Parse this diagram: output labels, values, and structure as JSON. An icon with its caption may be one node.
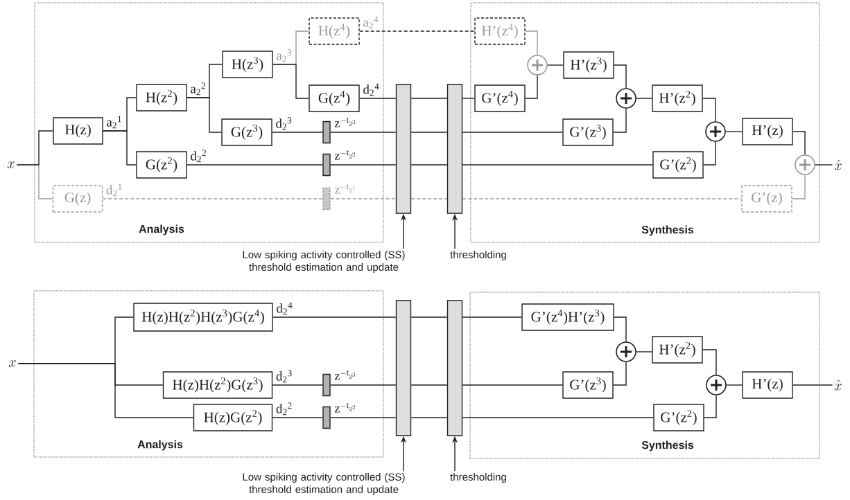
{
  "diagram": {
    "nodes": [
      {
        "text": [
          "Analysis"
        ]
      },
      {
        "text": [
          "x"
        ]
      },
      {
        "text": [
          "H(z)"
        ],
        "in": 0
      },
      {
        "text": [
          "G(z)"
        ],
        "in": 0
      },
      {
        "text": [
          "H(z$^{2}$)"
        ],
        "in": 0
      },
      {
        "text": [
          "G(z$^{2}$)"
        ],
        "in": 0
      },
      {
        "text": [
          "H(z$^{3}$)"
        ],
        "in": 0
      },
      {
        "text": [
          "G(z$^{3}$)"
        ],
        "in": 0
      },
      {
        "text": [
          "H(z$^{4}$)"
        ],
        "in": 0
      },
      {
        "text": [
          "G(z$^{4}$)"
        ],
        "in": 0
      },
      {
        "text": [],
        "shape": "bar",
        "beside": [
          "\\mathrm{z}^{-\\mathrm{t}_{2^{3}}}"
        ],
        "in": 0
      },
      {
        "text": [],
        "shape": "bar",
        "beside": [
          "\\mathrm{z}^{-\\mathrm{t}_{2^{2}}}"
        ],
        "in": 0
      },
      {
        "text": [],
        "shape": "bar",
        "beside": [
          "\\mathrm{z}^{-\\mathrm{t}_{2^{1}}}"
        ],
        "in": 0
      },
      {
        "text": [],
        "shape": "bar"
      },
      {
        "text": [],
        "shape": "bar"
      },
      {
        "text": [
          "Low spiking activity controlled (SS) threshold estimation and update"
        ]
      },
      {
        "text": [
          "thresholding"
        ]
      },
      {
        "text": [
          "Synthesis"
        ]
      },
      {
        "text": [
          "H’(z$^{4}$)"
        ],
        "in": 17
      },
      {
        "text": [
          "G’(z$^{4}$)"
        ],
        "in": 17
      },
      {
        "text": [],
        "shape": "circle",
        "in": 17
      },
      {
        "text": [
          "H’(z$^{3}$)"
        ],
        "in": 17
      },
      {
        "text": [],
        "shape": "circle",
        "in": 17
      },
      {
        "text": [
          "G’(z$^{3}$)"
        ],
        "in": 17
      },
      {
        "text": [
          "H’(z$^{2}$)"
        ],
        "in": 17
      },
      {
        "text": [],
        "shape": "circle",
        "in": 17
      },
      {
        "text": [
          "G’(z$^{2}$)"
        ],
        "in": 17
      },
      {
        "text": [
          "H’(z)"
        ],
        "in": 17
      },
      {
        "text": [],
        "shape": "circle",
        "in": 17
      },
      {
        "text": [
          "G’(z)"
        ],
        "in": 17
      },
      {
        "text": [
          "\\hat{x}"
        ]
      },
      {
        "text": [
          "Analysis"
        ]
      },
      {
        "text": [
          "x"
        ]
      },
      {
        "text": [
          "H(z)H(z$^{2}$)H(z$^{3}$)G(z$^{4}$)"
        ],
        "in": 31
      },
      {
        "text": [
          "H(z)H(z$^{2}$)G(z$^{3}$)"
        ],
        "in": 31
      },
      {
        "text": [
          "H(z)G(z$^{2}$)"
        ],
        "in": 31
      },
      {
        "text": [],
        "shape": "bar",
        "beside": [
          "\\mathrm{z}^{-\\mathrm{t}_{2^{3}}}"
        ],
        "in": 31
      },
      {
        "text": [],
        "shape": "bar",
        "beside": [
          "\\mathrm{z}^{-\\mathrm{t}_{2^{2}}}"
        ],
        "in": 31
      },
      {
        "text": [],
        "shape": "bar"
      },
      {
        "text": [],
        "shape": "bar"
      },
      {
        "text": [
          "Low spiking activity controlled (SS) threshold estimation and update"
        ]
      },
      {
        "text": [
          "thresholding"
        ]
      },
      {
        "text": [
          "Synthesis"
        ]
      },
      {
        "text": [
          "G’(z$^{4}$)H’(z$^{3}$)"
        ],
        "in": 42
      },
      {
        "text": [],
        "shape": "circle",
        "in": 42
      },
      {
        "text": [
          "H’(z$^{2}$)"
        ],
        "in": 42
      },
      {
        "text": [
          "G’(z$^{3}$)"
        ],
        "in": 42
      },
      {
        "text": [],
        "shape": "circle",
        "in": 42
      },
      {
        "text": [
          "H’(z)"
        ],
        "in": 42
      },
      {
        "text": [
          "G’(z$^{2}$)"
        ],
        "in": 42
      },
      {
        "text": [
          "\\hat{x}"
        ]
      }
    ],
    "edges": [
      {
        "from": 1,
        "to": 3,
        "arrow": "none",
        "color": "#999999"
      },
      {
        "from": 1,
        "to": 2,
        "arrow": "none"
      },
      {
        "from": 2,
        "to": 4,
        "arrow": "none",
        "label": "a$_{2}$$^{1}$"
      },
      {
        "from": 2,
        "to": 5,
        "arrow": "none"
      },
      {
        "from": 4,
        "to": 6,
        "arrow": "none",
        "label": "a$_{2}$$^{2}$"
      },
      {
        "from": 4,
        "to": 7,
        "arrow": "none"
      },
      {
        "from": 6,
        "to": 8,
        "arrow": "none",
        "color": "#999999",
        "label": "a$_{2}$$^{3}$"
      },
      {
        "from": 6,
        "to": 9,
        "arrow": "none"
      },
      {
        "from": 8,
        "to": 18,
        "arrow": "none",
        "style": "dashed",
        "label": "a$_{2}$$^{4}$"
      },
      {
        "from": 9,
        "to": 13,
        "arrow": "none",
        "label": "d$_{2}$$^{4}$"
      },
      {
        "from": 13,
        "to": 14,
        "arrow": "none"
      },
      {
        "from": 14,
        "to": 19,
        "arrow": "none"
      },
      {
        "from": 7,
        "to": 10,
        "arrow": "none",
        "label": "d$_{2}$$^{3}$"
      },
      {
        "from": 10,
        "to": 13,
        "arrow": "none"
      },
      {
        "from": 13,
        "to": 14,
        "arrow": "none"
      },
      {
        "from": 14,
        "to": 23,
        "arrow": "none"
      },
      {
        "from": 5,
        "to": 11,
        "arrow": "none",
        "label": "d$_{2}$$^{2}$"
      },
      {
        "from": 11,
        "to": 13,
        "arrow": "none"
      },
      {
        "from": 13,
        "to": 14,
        "arrow": "none"
      },
      {
        "from": 14,
        "to": 26,
        "arrow": "none"
      },
      {
        "from": 3,
        "to": 12,
        "arrow": "none",
        "style": "dashed",
        "color": "#999999",
        "label": "d$_{2}$$^{1}$"
      },
      {
        "from": 12,
        "to": 13,
        "arrow": "none",
        "style": "dashed",
        "color": "#999999"
      },
      {
        "from": 13,
        "to": 14,
        "arrow": "none",
        "style": "dashed",
        "color": "#999999"
      },
      {
        "from": 14,
        "to": 29,
        "arrow": "none",
        "style": "dashed",
        "color": "#999999"
      },
      {
        "from": 15,
        "to": 13,
        "arrow": "to"
      },
      {
        "from": 16,
        "to": 14,
        "arrow": "to"
      },
      {
        "from": 18,
        "to": 20,
        "arrow": "none",
        "color": "#999999"
      },
      {
        "from": 19,
        "to": 20,
        "arrow": "none"
      },
      {
        "from": 20,
        "to": 21,
        "arrow": "none"
      },
      {
        "from": 21,
        "to": 22,
        "arrow": "none"
      },
      {
        "from": 23,
        "to": 22,
        "arrow": "none"
      },
      {
        "from": 22,
        "to": 24,
        "arrow": "none"
      },
      {
        "from": 24,
        "to": 25,
        "arrow": "none"
      },
      {
        "from": 26,
        "to": 25,
        "arrow": "none"
      },
      {
        "from": 25,
        "to": 27,
        "arrow": "none"
      },
      {
        "from": 27,
        "to": 28,
        "arrow": "none"
      },
      {
        "from": 29,
        "to": 28,
        "arrow": "none",
        "color": "#999999"
      },
      {
        "from": 28,
        "to": 30,
        "arrow": "none"
      },
      {
        "from": 32,
        "to": 33,
        "arrow": "none"
      },
      {
        "from": 32,
        "to": 34,
        "arrow": "none"
      },
      {
        "from": 32,
        "to": 35,
        "arrow": "none"
      },
      {
        "from": 33,
        "to": 38,
        "arrow": "none",
        "label": "d$_{2}$$^{4}$"
      },
      {
        "from": 38,
        "to": 39,
        "arrow": "none"
      },
      {
        "from": 39,
        "to": 43,
        "arrow": "none"
      },
      {
        "from": 34,
        "to": 36,
        "arrow": "none",
        "label": "d$_{2}$$^{3}$"
      },
      {
        "from": 36,
        "to": 38,
        "arrow": "none"
      },
      {
        "from": 38,
        "to": 39,
        "arrow": "none"
      },
      {
        "from": 39,
        "to": 46,
        "arrow": "none"
      },
      {
        "from": 35,
        "to": 37,
        "arrow": "none",
        "label": "d$_{2}$$^{2}$"
      },
      {
        "from": 37,
        "to": 38,
        "arrow": "none"
      },
      {
        "from": 38,
        "to": 39,
        "arrow": "none"
      },
      {
        "from": 39,
        "to": 49,
        "arrow": "none"
      },
      {
        "from": 40,
        "to": 38,
        "arrow": "to"
      },
      {
        "from": 41,
        "to": 39,
        "arrow": "to"
      },
      {
        "from": 43,
        "to": 44,
        "arrow": "none"
      },
      {
        "from": 46,
        "to": 44,
        "arrow": "none"
      },
      {
        "from": 44,
        "to": 45,
        "arrow": "none"
      },
      {
        "from": 45,
        "to": 47,
        "arrow": "none"
      },
      {
        "from": 49,
        "to": 47,
        "arrow": "none"
      },
      {
        "from": 47,
        "to": 48,
        "arrow": "none"
      },
      {
        "from": 48,
        "to": 50,
        "arrow": "none"
      }
    ]
  }
}
